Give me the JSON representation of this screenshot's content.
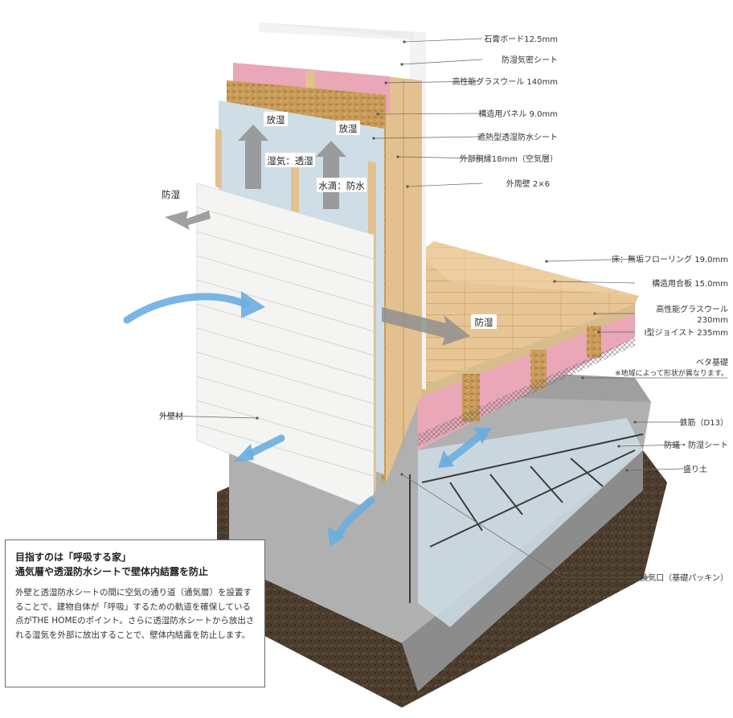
{
  "labels": {
    "gypsum_board": "石膏ボード12.5mm",
    "vapor_barrier": "防湿気密シート",
    "glass_wool_wall": "高性能グラスウール 140mm",
    "structural_panel": "構造用パネル 9.0mm",
    "heat_shield_sheet": "遮熱型透湿防水シート",
    "furring_strip": "外部胴縁18mm（空気層）",
    "outer_wall_frame": "外周壁 2×6",
    "floor_flooring": "床：無垢フローリング 19.0mm",
    "structural_plywood": "構造用合板 15.0mm",
    "glass_wool_floor_1": "高性能グラスウール",
    "glass_wool_floor_2": "230mm",
    "i_joist": "I型ジョイスト 235mm",
    "beta_foundation": "ベタ基礎",
    "foundation_note": "※地域によって形状が異なります。",
    "rebar": "鉄筋（D13）",
    "moisture_sheet": "防蟻・防湿シート",
    "fill_soil": "盛り土",
    "vent": "換気口（基礎パッキン）",
    "exterior_material": "外壁材"
  },
  "tags": {
    "release_left": "放湿",
    "release_right": "放湿",
    "vapor_permeable": "湿気：透湿",
    "water_proof": "水滴：防水",
    "moisture_proof_left": "防湿",
    "moisture_proof_right": "防湿"
  },
  "info": {
    "title_line1": "目指すのは「呼吸する家」",
    "title_line2": "通気層や透湿防水シートで壁体内結露を防止",
    "body": "外壁と透湿防水シートの間に空気の通り道（通気層）を設置することで、建物自体が「呼吸」するための軌道を確保している点がTHE HOMEのポイント。さらに透湿防水シートから放出される湿気を外部に放出することで、壁体内結露を防止します。"
  },
  "colors": {
    "air_arrow": "#6aaee0",
    "moisture_arrow": "#8f8f8f",
    "insulation": "#e9a7b8",
    "wood": "#e3c08f",
    "concrete": "#a9a9a9",
    "soil": "#4a3b2c",
    "wrap_sheet": "#cfdde6"
  }
}
